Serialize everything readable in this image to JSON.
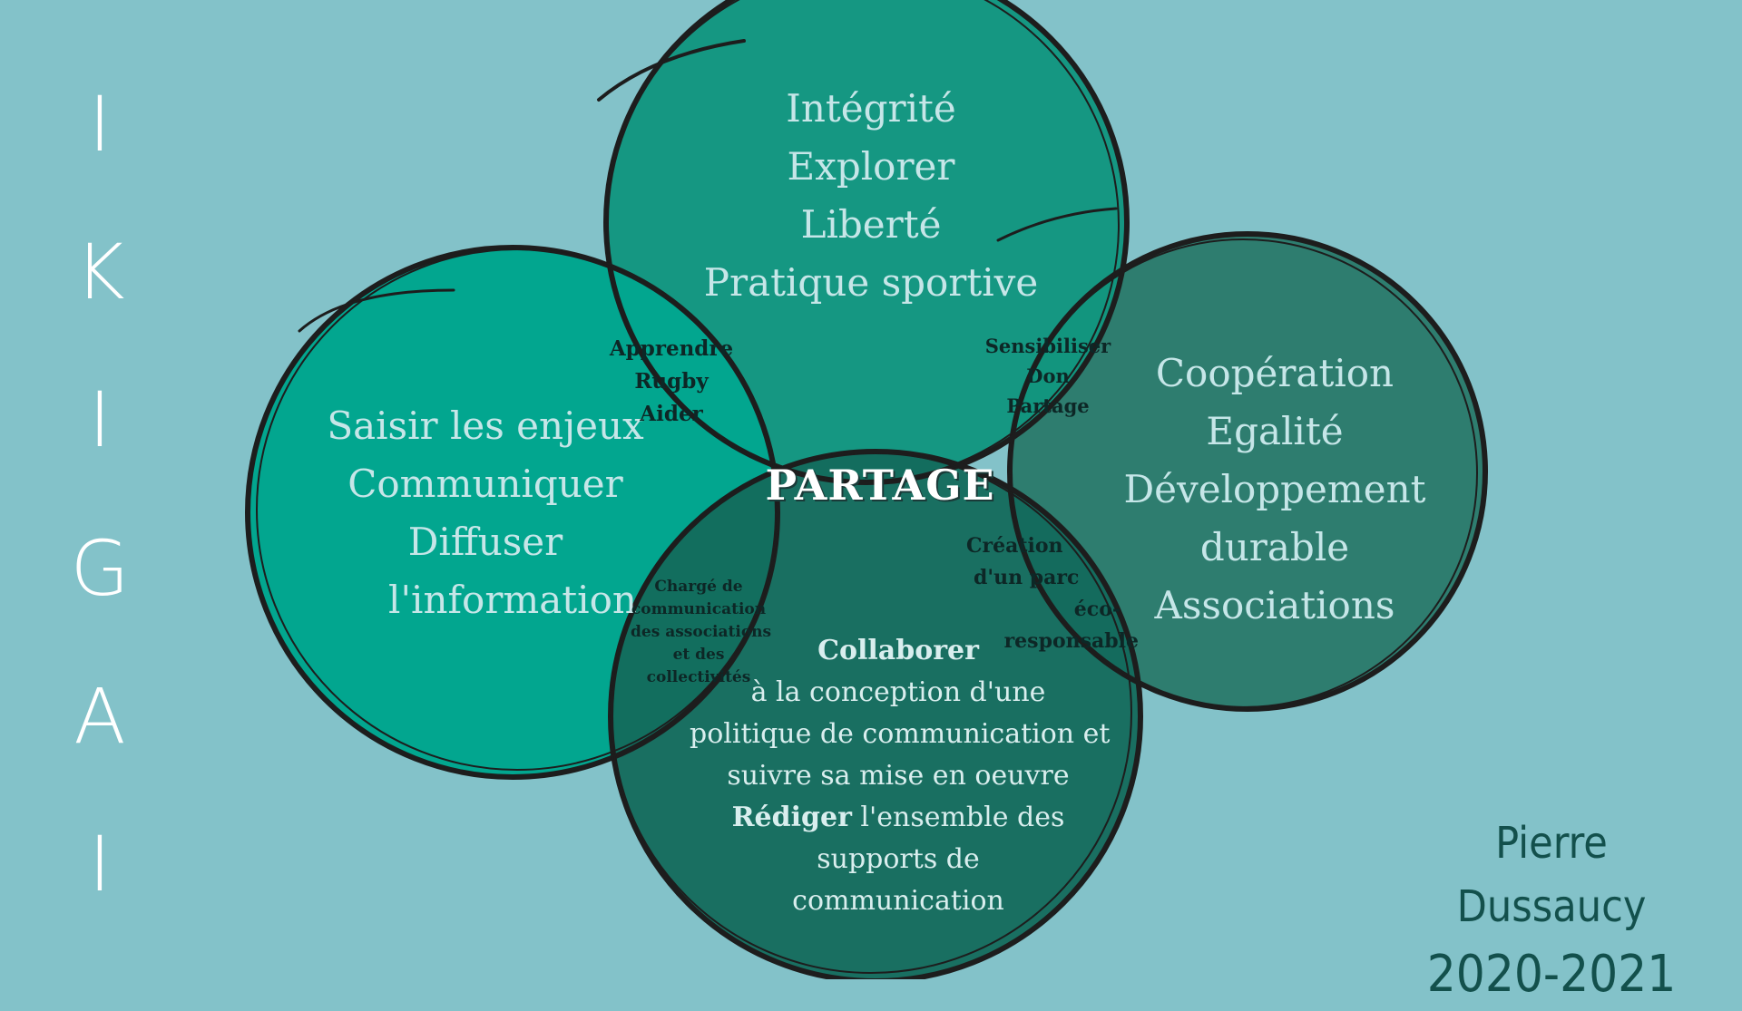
{
  "side_title": [
    "I",
    "K",
    "I",
    "G",
    "A",
    "I"
  ],
  "top_circle": {
    "lines": [
      "Intégrité",
      "Explorer",
      "Liberté",
      "Pratique sportive"
    ]
  },
  "left_circle": {
    "lines": [
      "Saisir les enjeux",
      "Communiquer",
      "Diffuser",
      "l'information"
    ]
  },
  "right_circle": {
    "lines": [
      "Coopération",
      "Egalité",
      "Développement",
      "durable",
      "Associations"
    ]
  },
  "bottom_circle": {
    "lines": [
      {
        "bold": "Collaborer",
        "rest": ""
      },
      {
        "bold": "",
        "rest": "à la conception d'une"
      },
      {
        "bold": "",
        "rest": "politique de communication et"
      },
      {
        "bold": "",
        "rest": "suivre sa mise en oeuvre"
      },
      {
        "bold": "Rédiger",
        "rest": " l'ensemble des"
      },
      {
        "bold": "",
        "rest": "supports de"
      },
      {
        "bold": "",
        "rest": "communication"
      }
    ]
  },
  "overlap_top_left": {
    "lines": [
      "Apprendre",
      "Rugby",
      "Aider"
    ]
  },
  "overlap_top_right": {
    "lines": [
      "Sensibiliser",
      "Don",
      "Partage"
    ]
  },
  "overlap_bottom_left": {
    "lines": [
      "Chargé de",
      "communication",
      "des associations",
      "et des",
      "collectivités"
    ]
  },
  "overlap_bottom_right": {
    "lines": [
      "Création",
      "d'un parc",
      "éco-",
      "responsable"
    ]
  },
  "center": {
    "label": "PARTAGE"
  },
  "signature": {
    "name": "Pierre Dussaucy",
    "year": "2020-2021"
  },
  "colors": {
    "background": "#83c2c9",
    "circle_top": "#12967f",
    "circle_left": "#02a68f",
    "circle_right": "#2e7d6f",
    "circle_bottom": "#136a5c",
    "outline": "#1d1d1d"
  }
}
